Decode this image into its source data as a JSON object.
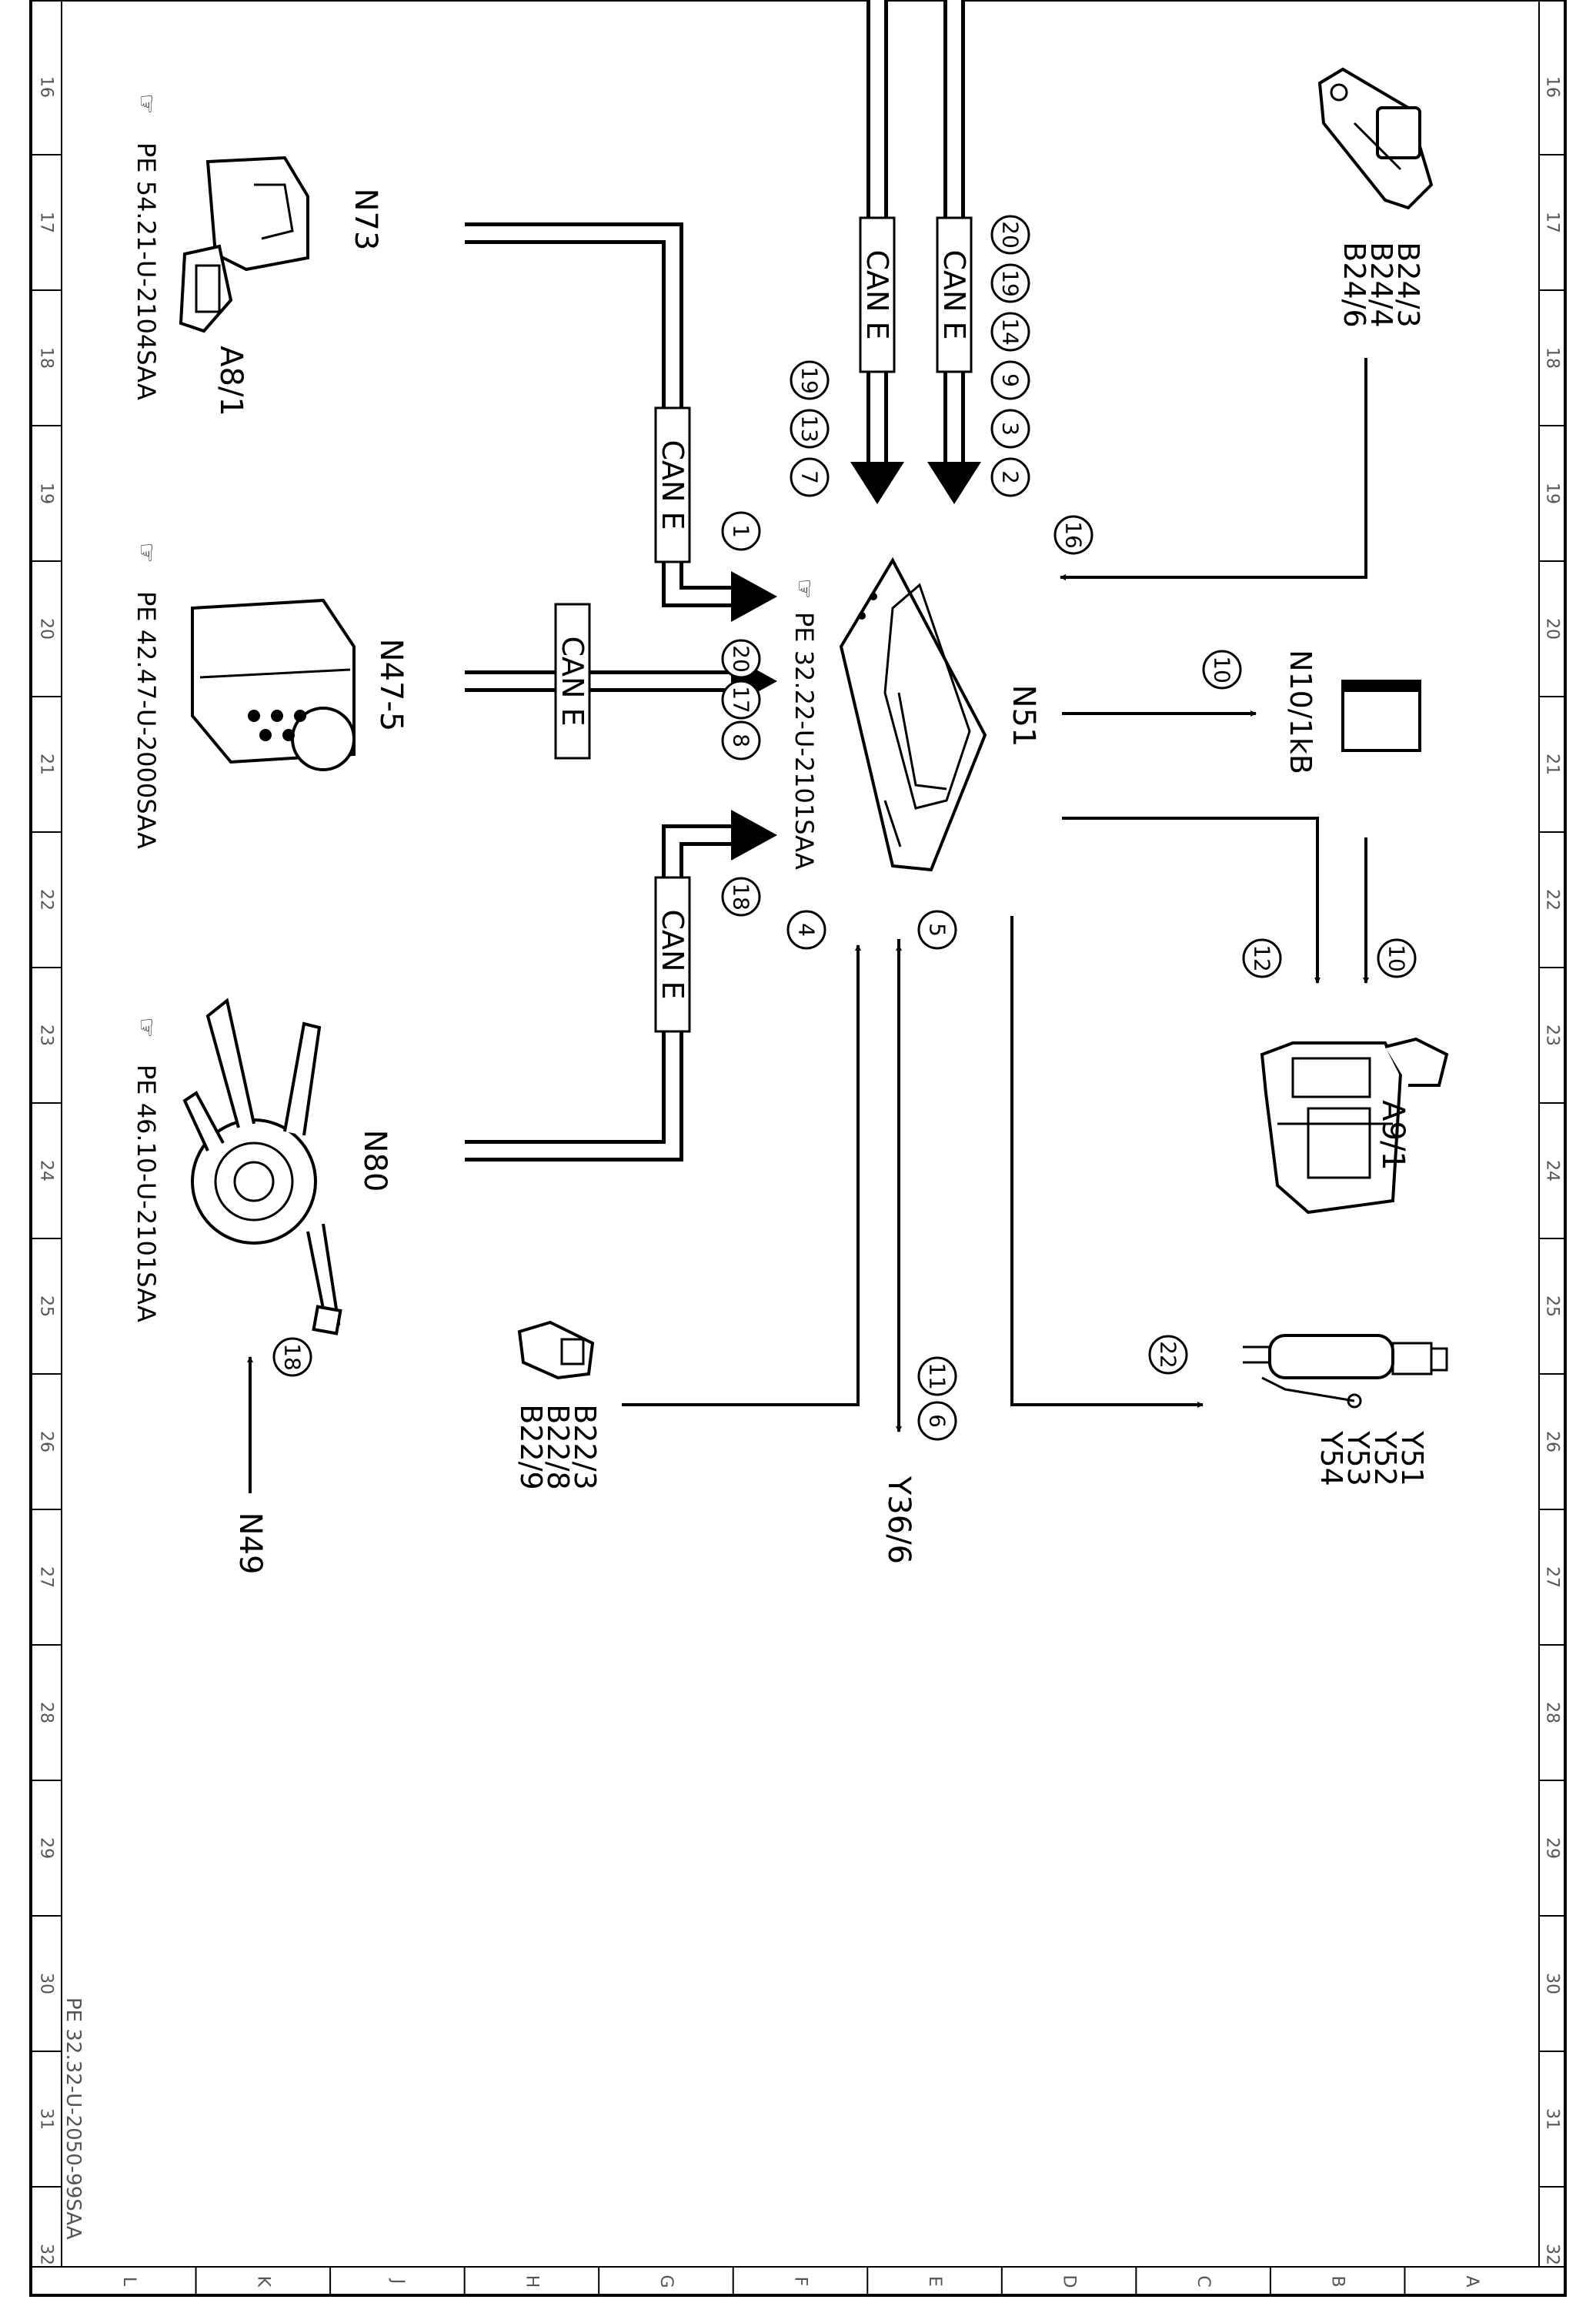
{
  "doc_code": "PE 32.32-U-2050-99SAA",
  "grid": {
    "numbers": [
      "16",
      "17",
      "18",
      "19",
      "20",
      "21",
      "22",
      "23",
      "24",
      "25",
      "26",
      "27",
      "28",
      "29",
      "30",
      "31",
      "32"
    ],
    "letters": [
      "L",
      "K",
      "J",
      "H",
      "G",
      "F",
      "E",
      "D",
      "C",
      "B",
      "A"
    ]
  },
  "bus_label": "CAN E",
  "components": {
    "N73": "N73",
    "A8_1": "A8/1",
    "N47_5": "N47-5",
    "N80": "N80",
    "N49": "N49",
    "N51": "N51",
    "N10_1kB": "N10/1kB",
    "A9_1": "A9/1",
    "B24": [
      "B24/3",
      "B24/4",
      "B24/6"
    ],
    "B22": [
      "B22/3",
      "B22/8",
      "B22/9"
    ],
    "Y36_6": "Y36/6",
    "Y5x": [
      "Y51",
      "Y52",
      "Y53",
      "Y54"
    ]
  },
  "refs": {
    "pe_a8": "PE 54.21-U-2104SAA",
    "pe_n47": "PE 42.47-U-2000SAA",
    "pe_n80": "PE 46.10-U-2101SAA",
    "pe_n51": "PE 32.22-U-2101SAA"
  },
  "markers": {
    "left_bus": [
      "7",
      "13",
      "19"
    ],
    "right_bus": [
      "2",
      "3",
      "9",
      "14",
      "19",
      "20"
    ],
    "n73": "1",
    "n47": [
      "8",
      "17",
      "20"
    ],
    "n80": "18",
    "b24": "16",
    "n10": "10",
    "a9_a": "12",
    "a9_b": "10",
    "b22": "4",
    "y36_up": "5",
    "y36": [
      "11",
      "6"
    ],
    "y5x": "22",
    "n49": "18"
  }
}
